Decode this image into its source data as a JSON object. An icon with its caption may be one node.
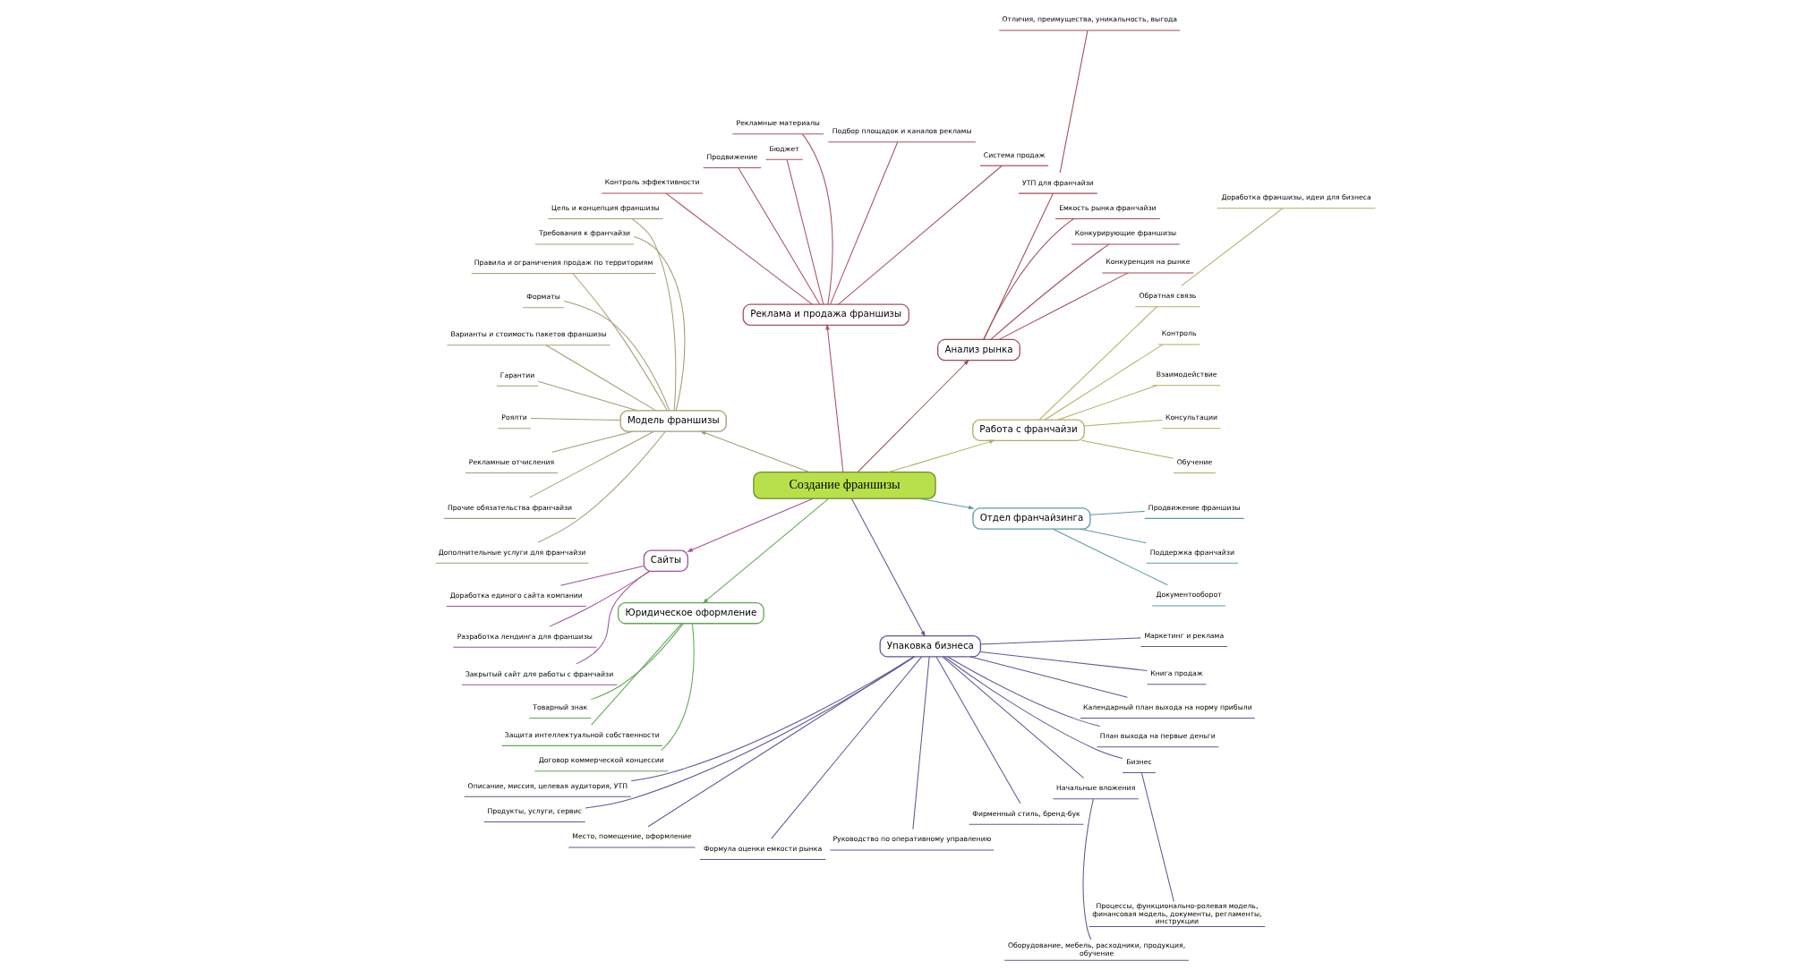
{
  "diagram": {
    "nodes": [
      {
        "text": [
          "Создание франшизы"
        ]
      },
      {
        "text": [
          "Работа с франчайзи"
        ]
      },
      {
        "text": [
          "Обучение"
        ]
      },
      {
        "text": [
          "Консультации"
        ]
      },
      {
        "text": [
          "Взаимодействие"
        ]
      },
      {
        "text": [
          "Контроль"
        ]
      },
      {
        "text": [
          "Обратная связь"
        ]
      },
      {
        "text": [
          "Доработка франшизы, идеи для бизнеса"
        ]
      },
      {
        "text": [
          "Анализ рынка"
        ]
      },
      {
        "text": [
          "Конкуренция на рынке"
        ]
      },
      {
        "text": [
          "Конкурирующие франшизы"
        ]
      },
      {
        "text": [
          "Емкость рынка франчайзи"
        ]
      },
      {
        "text": [
          "УТП для франчайзи"
        ]
      },
      {
        "text": [
          "Отличия, преимущества, уникальность, выгода"
        ]
      },
      {
        "text": [
          "Реклама и продажа франшизы"
        ]
      },
      {
        "text": [
          "Система продаж"
        ]
      },
      {
        "text": [
          "Подбор площадок и каналов рекламы"
        ]
      },
      {
        "text": [
          "Рекламные материалы"
        ]
      },
      {
        "text": [
          "Бюджет"
        ]
      },
      {
        "text": [
          "Продвижение"
        ]
      },
      {
        "text": [
          "Контроль эффективности"
        ]
      },
      {
        "text": [
          "Модель франшизы"
        ]
      },
      {
        "text": [
          "Цель и концепция франшизы"
        ]
      },
      {
        "text": [
          "Требования к франчайзи"
        ]
      },
      {
        "text": [
          "Правила и ограничения продаж по территориям"
        ]
      },
      {
        "text": [
          "Форматы"
        ]
      },
      {
        "text": [
          "Варианты и стоимость пакетов франшизы"
        ]
      },
      {
        "text": [
          "Гарантии"
        ]
      },
      {
        "text": [
          "Роялти"
        ]
      },
      {
        "text": [
          "Рекламные отчисления"
        ]
      },
      {
        "text": [
          "Прочие обязательства франчайзи"
        ]
      },
      {
        "text": [
          "Дополнительные услуги для франчайзи"
        ]
      },
      {
        "text": [
          "Сайты"
        ]
      },
      {
        "text": [
          "Доработка единого сайта компании"
        ]
      },
      {
        "text": [
          "Разработка лендинга для франшизы"
        ]
      },
      {
        "text": [
          "Закрытый сайт для работы с франчайзи"
        ]
      },
      {
        "text": [
          "Юридическое оформление"
        ]
      },
      {
        "text": [
          "Товарный знак"
        ]
      },
      {
        "text": [
          "Защита интеллектуальной собственности"
        ]
      },
      {
        "text": [
          "Договор коммерческой концессии"
        ]
      },
      {
        "text": [
          "Упаковка бизнеса"
        ]
      },
      {
        "text": [
          "Описание, миссия, целевая аудитория, УТП"
        ]
      },
      {
        "text": [
          "Продукты, услуги, сервис"
        ]
      },
      {
        "text": [
          "Место, помещение, оформление"
        ]
      },
      {
        "text": [
          "Формула оценки емкости рынка"
        ]
      },
      {
        "text": [
          "Руководство по оперативному управлению"
        ]
      },
      {
        "text": [
          "Фирменный стиль, бренд-бук"
        ]
      },
      {
        "text": [
          "Начальные вложения"
        ]
      },
      {
        "text": [
          "Оборудование, мебель, расходники, продукция, обучение"
        ]
      },
      {
        "text": [
          "Бизнес"
        ]
      },
      {
        "text": [
          "Процессы, функционально-ролевая модель, финансовая модель, документы, регламенты, инструкции"
        ]
      },
      {
        "text": [
          "План выхода на первые деньги"
        ]
      },
      {
        "text": [
          "Календарный план выхода на норму прибыли"
        ]
      },
      {
        "text": [
          "Книга продаж"
        ]
      },
      {
        "text": [
          "Маркетинг и реклама"
        ]
      },
      {
        "text": [
          "Отдел франчайзинга"
        ]
      },
      {
        "text": [
          "Документооборот"
        ]
      },
      {
        "text": [
          "Поддержка франчайзи"
        ]
      },
      {
        "text": [
          "Продвижение франшизы"
        ]
      }
    ],
    "edges": [
      {
        "from": 0,
        "to": 1,
        "arrow": "to",
        "color": "#b3ab5e"
      },
      {
        "from": 1,
        "to": 2,
        "arrow": "none",
        "color": "#b3ab5e"
      },
      {
        "from": 1,
        "to": 3,
        "arrow": "none",
        "color": "#b3ab5e"
      },
      {
        "from": 1,
        "to": 4,
        "arrow": "none",
        "color": "#b3ab5e"
      },
      {
        "from": 1,
        "to": 5,
        "arrow": "none",
        "color": "#b3ab5e"
      },
      {
        "from": 1,
        "to": 6,
        "arrow": "none",
        "color": "#b3ab5e"
      },
      {
        "from": 6,
        "to": 7,
        "arrow": "none",
        "color": "#b3ab5e"
      },
      {
        "from": 0,
        "to": 8,
        "arrow": "to",
        "color": "#a04a52"
      },
      {
        "from": 8,
        "to": 9,
        "arrow": "none",
        "color": "#a04a52"
      },
      {
        "from": 8,
        "to": 10,
        "arrow": "none",
        "color": "#a04a52"
      },
      {
        "from": 8,
        "to": 11,
        "arrow": "none",
        "color": "#a04a52"
      },
      {
        "from": 8,
        "to": 12,
        "arrow": "none",
        "color": "#a04a52"
      },
      {
        "from": 12,
        "to": 13,
        "arrow": "none",
        "color": "#a04a52"
      },
      {
        "from": 0,
        "to": 14,
        "arrow": "to",
        "color": "#a8505a"
      },
      {
        "from": 14,
        "to": 15,
        "arrow": "none",
        "color": "#a8505a"
      },
      {
        "from": 14,
        "to": 16,
        "arrow": "none",
        "color": "#a8505a"
      },
      {
        "from": 14,
        "to": 17,
        "arrow": "none",
        "color": "#a8505a"
      },
      {
        "from": 14,
        "to": 18,
        "arrow": "none",
        "color": "#a8505a"
      },
      {
        "from": 14,
        "to": 19,
        "arrow": "none",
        "color": "#a8505a"
      },
      {
        "from": 14,
        "to": 20,
        "arrow": "none",
        "color": "#a8505a"
      },
      {
        "from": 0,
        "to": 21,
        "arrow": "to",
        "color": "#a59c70"
      },
      {
        "from": 21,
        "to": 22,
        "arrow": "none",
        "color": "#a59c70"
      },
      {
        "from": 21,
        "to": 23,
        "arrow": "none",
        "color": "#a59c70"
      },
      {
        "from": 21,
        "to": 24,
        "arrow": "none",
        "color": "#a59c70"
      },
      {
        "from": 21,
        "to": 25,
        "arrow": "none",
        "color": "#a59c70"
      },
      {
        "from": 21,
        "to": 26,
        "arrow": "none",
        "color": "#a59c70"
      },
      {
        "from": 21,
        "to": 27,
        "arrow": "none",
        "color": "#a59c70"
      },
      {
        "from": 21,
        "to": 28,
        "arrow": "none",
        "color": "#a59c70"
      },
      {
        "from": 21,
        "to": 29,
        "arrow": "none",
        "color": "#a59c70"
      },
      {
        "from": 21,
        "to": 30,
        "arrow": "none",
        "color": "#a59c70"
      },
      {
        "from": 21,
        "to": 31,
        "arrow": "none",
        "color": "#a59c70"
      },
      {
        "from": 0,
        "to": 32,
        "arrow": "to",
        "color": "#a0509e"
      },
      {
        "from": 32,
        "to": 33,
        "arrow": "none",
        "color": "#a0509e"
      },
      {
        "from": 32,
        "to": 34,
        "arrow": "none",
        "color": "#a0509e"
      },
      {
        "from": 32,
        "to": 35,
        "arrow": "none",
        "color": "#a0509e"
      },
      {
        "from": 0,
        "to": 36,
        "arrow": "to",
        "color": "#5ea852"
      },
      {
        "from": 36,
        "to": 37,
        "arrow": "none",
        "color": "#5ea852"
      },
      {
        "from": 36,
        "to": 38,
        "arrow": "none",
        "color": "#5ea852"
      },
      {
        "from": 36,
        "to": 39,
        "arrow": "none",
        "color": "#5ea852"
      },
      {
        "from": 0,
        "to": 40,
        "arrow": "to",
        "color": "#5a5898"
      },
      {
        "from": 40,
        "to": 41,
        "arrow": "none",
        "color": "#5a5898"
      },
      {
        "from": 40,
        "to": 42,
        "arrow": "none",
        "color": "#5a5898"
      },
      {
        "from": 40,
        "to": 43,
        "arrow": "none",
        "color": "#5a5898"
      },
      {
        "from": 40,
        "to": 44,
        "arrow": "none",
        "color": "#5a5898"
      },
      {
        "from": 40,
        "to": 45,
        "arrow": "none",
        "color": "#5a5898"
      },
      {
        "from": 40,
        "to": 46,
        "arrow": "none",
        "color": "#5a5898"
      },
      {
        "from": 40,
        "to": 47,
        "arrow": "none",
        "color": "#5a5898"
      },
      {
        "from": 47,
        "to": 48,
        "arrow": "none",
        "color": "#5a5898"
      },
      {
        "from": 40,
        "to": 49,
        "arrow": "none",
        "color": "#5a5898"
      },
      {
        "from": 49,
        "to": 50,
        "arrow": "none",
        "color": "#5a5898"
      },
      {
        "from": 40,
        "to": 51,
        "arrow": "none",
        "color": "#5a5898"
      },
      {
        "from": 40,
        "to": 52,
        "arrow": "none",
        "color": "#5a5898"
      },
      {
        "from": 40,
        "to": 53,
        "arrow": "none",
        "color": "#5a5898"
      },
      {
        "from": 40,
        "to": 54,
        "arrow": "none",
        "color": "#5a5898"
      },
      {
        "from": 0,
        "to": 55,
        "arrow": "to",
        "color": "#5c9aa8"
      },
      {
        "from": 55,
        "to": 56,
        "arrow": "none",
        "color": "#5c9aa8"
      },
      {
        "from": 55,
        "to": 57,
        "arrow": "none",
        "color": "#5c9aa8"
      },
      {
        "from": 55,
        "to": 58,
        "arrow": "none",
        "color": "#5c9aa8"
      }
    ]
  }
}
